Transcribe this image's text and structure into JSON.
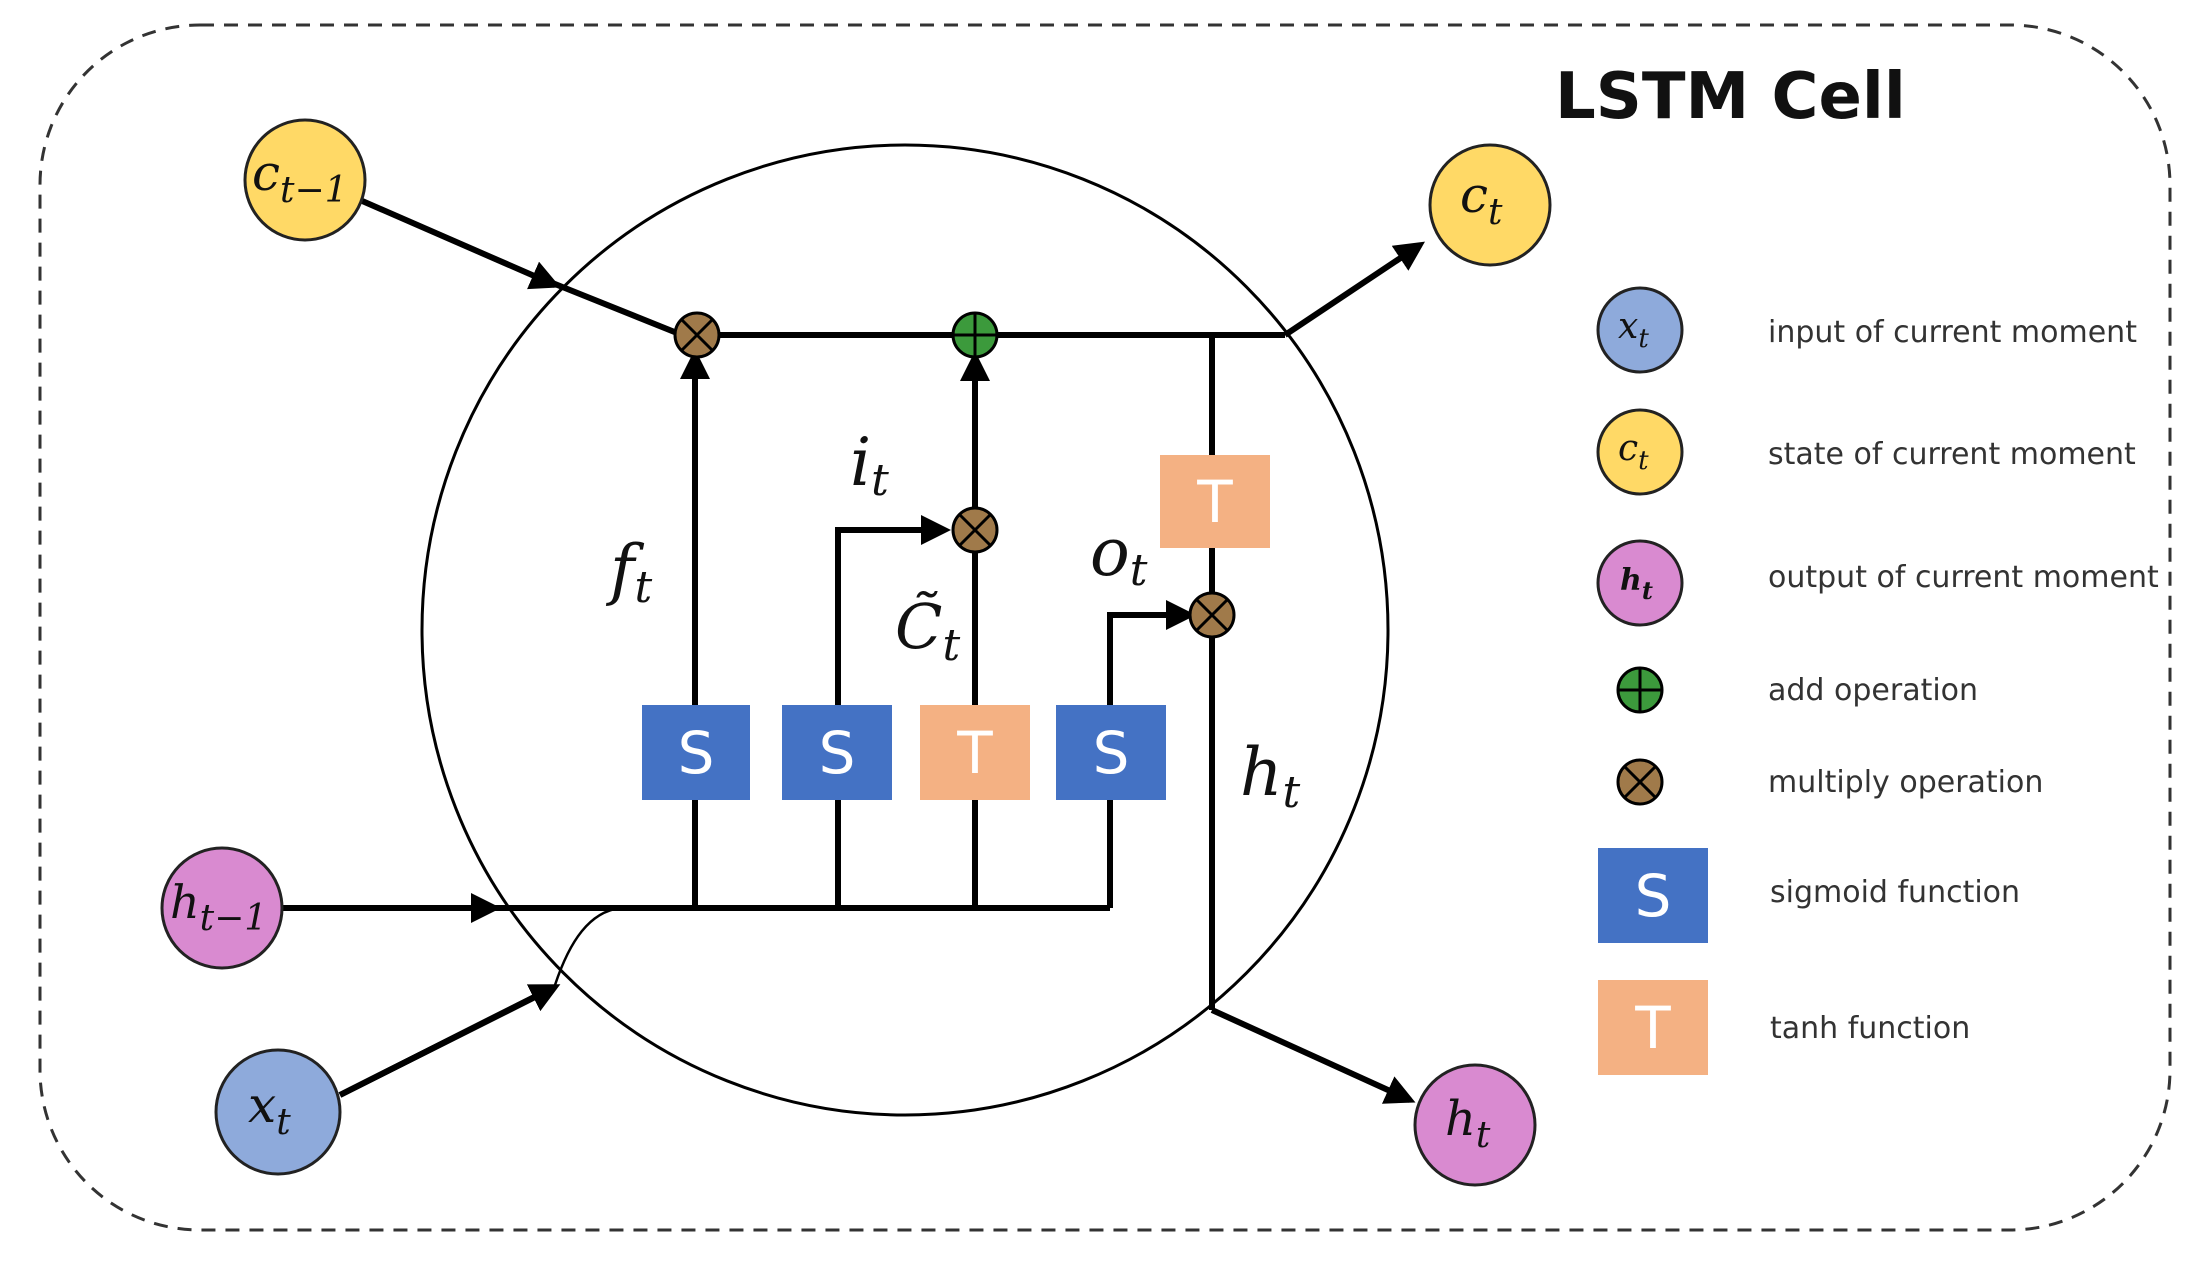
{
  "title": "LSTM Cell",
  "colors": {
    "x_node": "#8eaadb",
    "c_node": "#ffd966",
    "h_node": "#d98ad0",
    "sigmoid": "#4472c4",
    "tanh": "#f4b183",
    "add": "#3c9a3c",
    "multiply": "#a07a4a"
  },
  "nodes": {
    "c_prev": {
      "base": "c",
      "sub": "t−1"
    },
    "h_prev": {
      "base": "h",
      "sub": "t−1"
    },
    "x_in": {
      "base": "x",
      "sub": "t"
    },
    "c_out": {
      "base": "c",
      "sub": "t"
    },
    "h_out": {
      "base": "h",
      "sub": "t"
    }
  },
  "gates": {
    "forget": "S",
    "input": "S",
    "candidate": "T",
    "output": "S",
    "cell_tanh": "T"
  },
  "labels": {
    "f": {
      "base": "f",
      "sub": "t"
    },
    "i": {
      "base": "i",
      "sub": "t"
    },
    "c_tilde": {
      "base": "C̃",
      "sub": "t"
    },
    "o": {
      "base": "o",
      "sub": "t"
    },
    "h": {
      "base": "h",
      "sub": "t"
    }
  },
  "legend": {
    "x": {
      "base": "x",
      "sub": "t",
      "text": "input of current moment"
    },
    "c": {
      "base": "c",
      "sub": "t",
      "text": "state of current moment"
    },
    "h": {
      "base": "h",
      "sub": "t",
      "text": "output of current moment"
    },
    "add": {
      "text": "add operation"
    },
    "multiply": {
      "text": "multiply operation"
    },
    "sigmoid": {
      "symbol": "S",
      "text": "sigmoid function"
    },
    "tanh": {
      "symbol": "T",
      "text": "tanh function"
    }
  }
}
